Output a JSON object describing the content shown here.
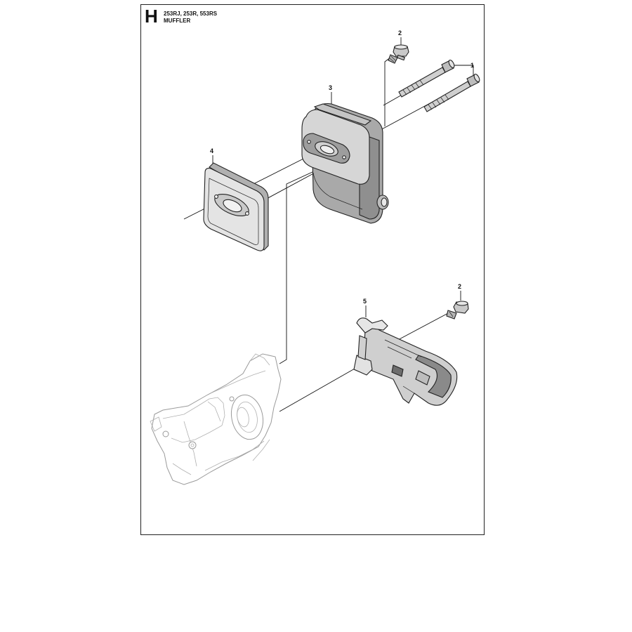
{
  "header": {
    "section_letter": "H",
    "models": "253RJ, 253R, 553RS",
    "title": "MUFFLER"
  },
  "callouts": [
    {
      "id": "1",
      "label": "1"
    },
    {
      "id": "2a",
      "label": "2"
    },
    {
      "id": "3",
      "label": "3"
    },
    {
      "id": "4",
      "label": "4"
    },
    {
      "id": "5",
      "label": "5"
    },
    {
      "id": "2b",
      "label": "2"
    }
  ],
  "colors": {
    "part_fill": "#d7d7d7",
    "part_dark": "#a9a9a9",
    "ghost_line": "#9a9a9a",
    "line": "#111111"
  }
}
